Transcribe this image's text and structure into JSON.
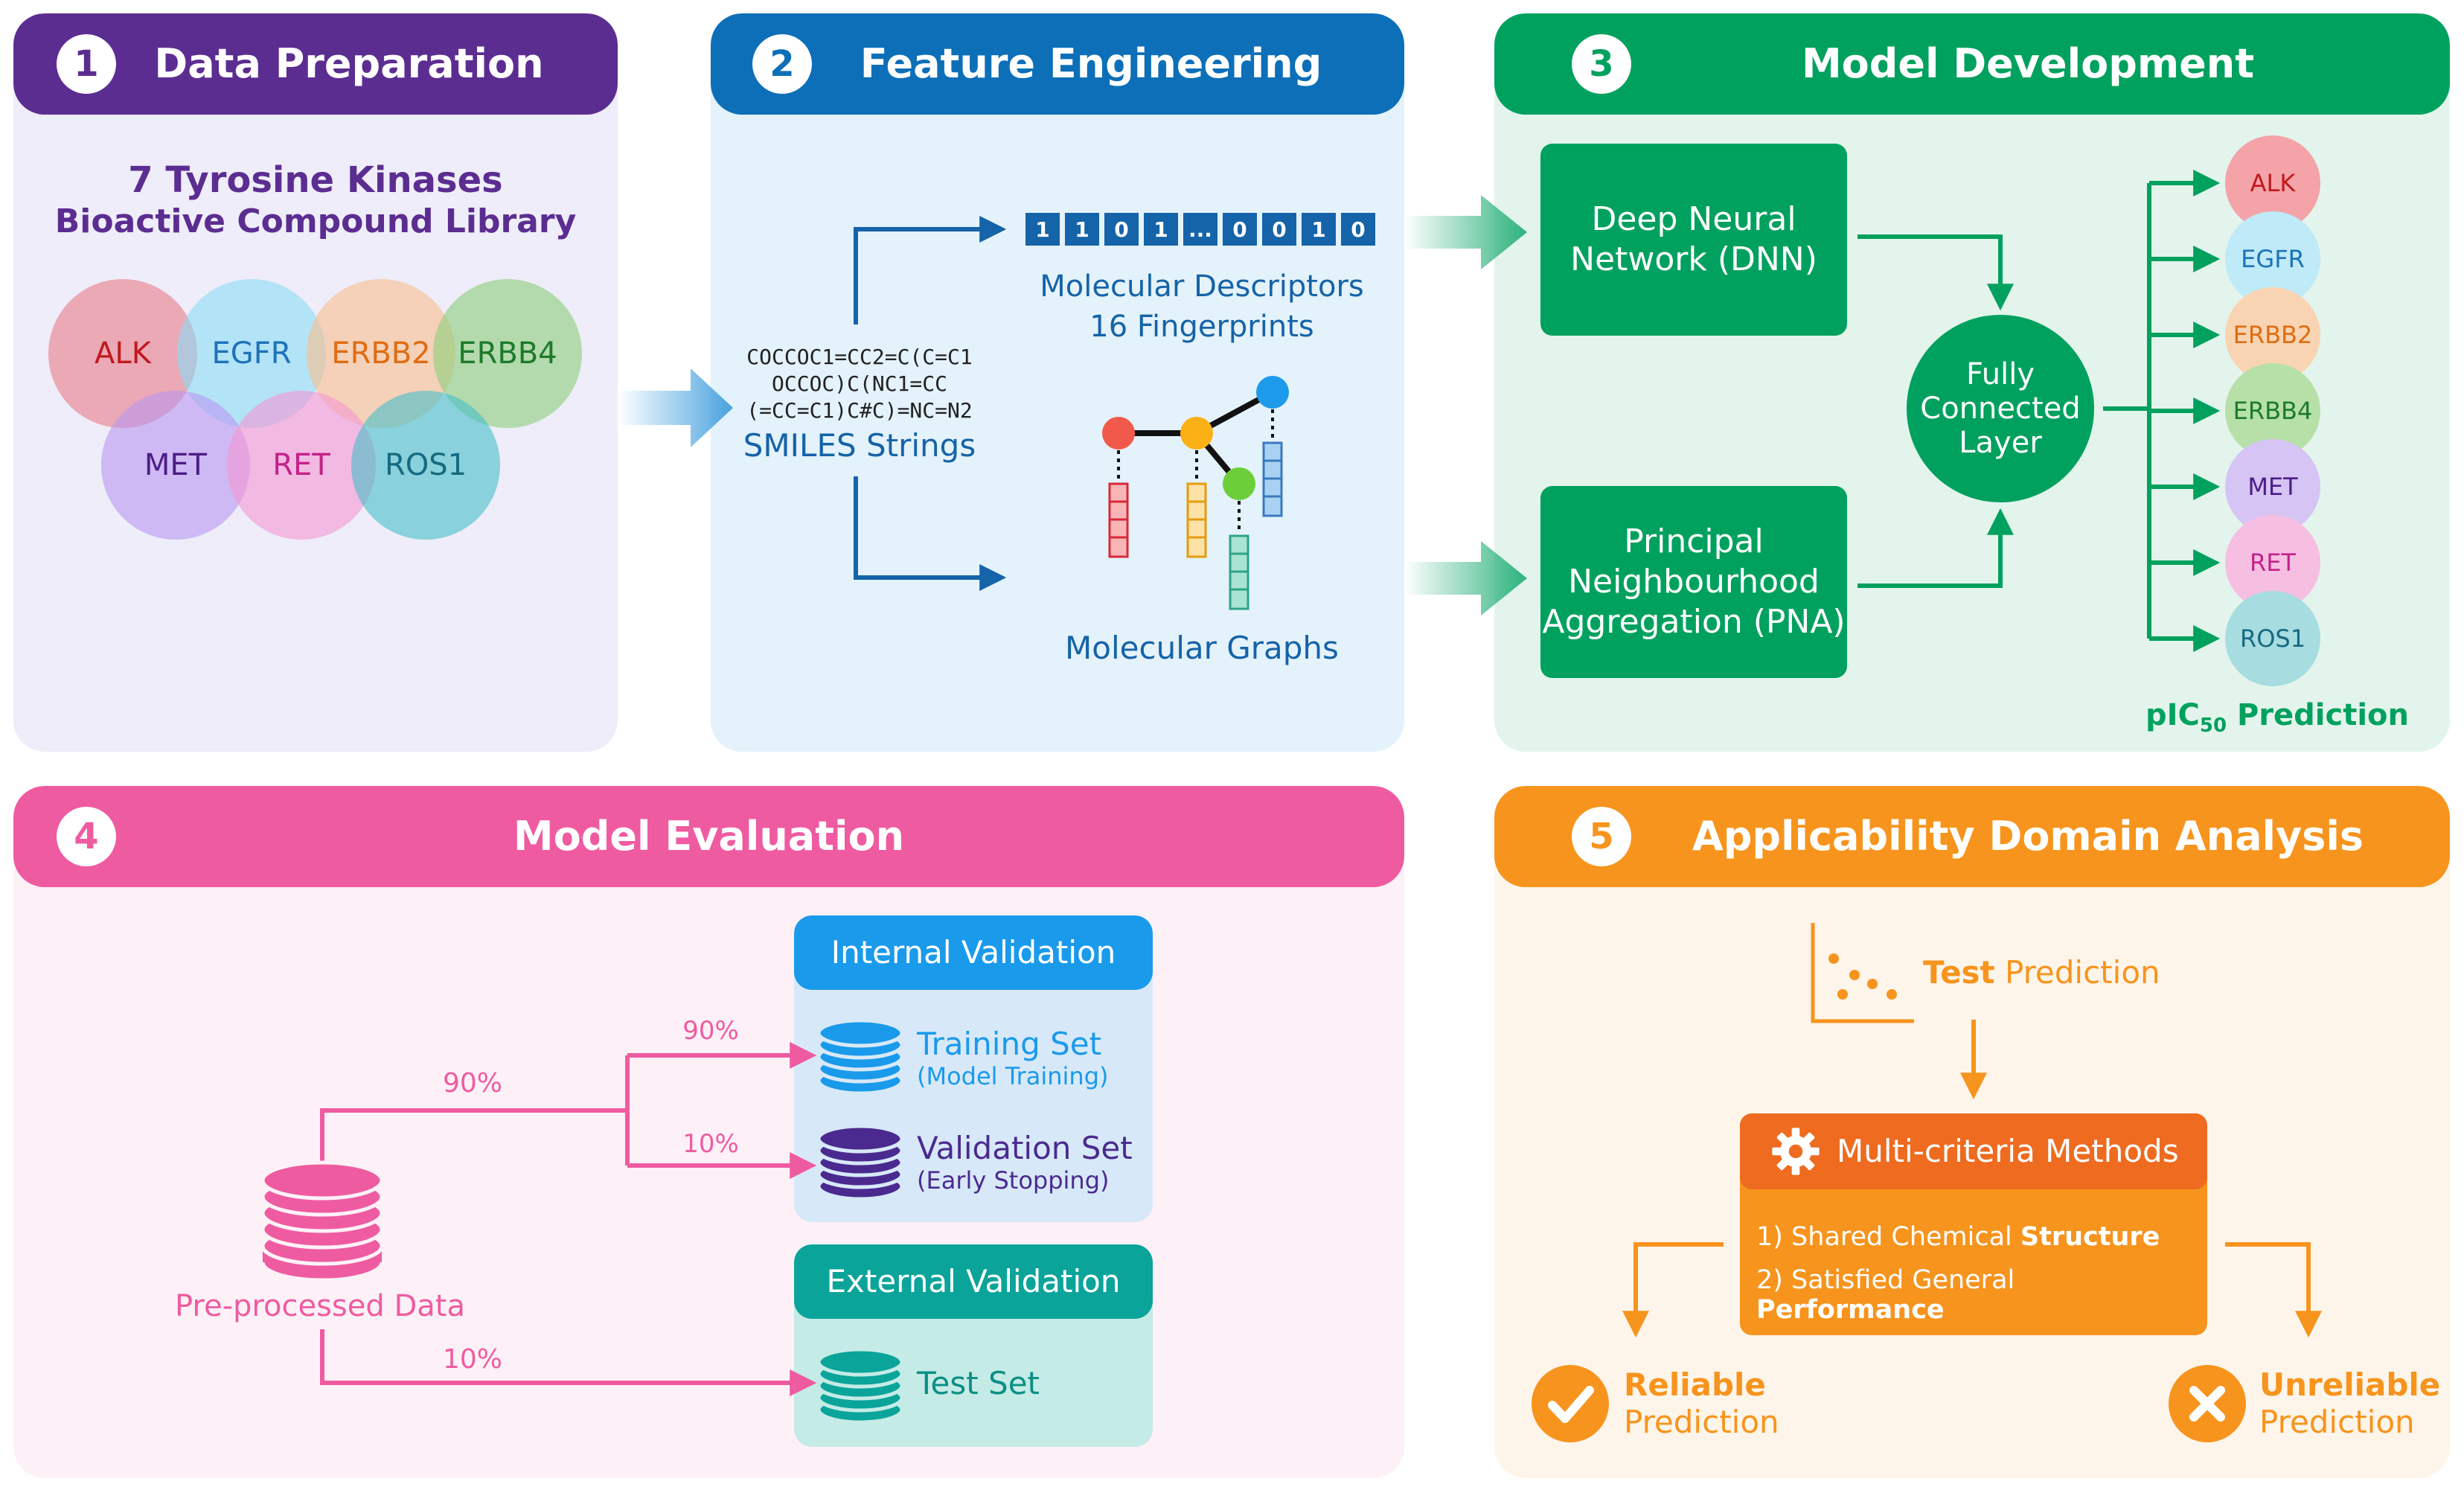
{
  "panels": {
    "data_prep": {
      "number": "1",
      "title": "Data Preparation",
      "subtitle1": "7 Tyrosine Kinases",
      "subtitle2": "Bioactive Compound Library"
    },
    "feature_eng": {
      "number": "2",
      "title": "Feature Engineering"
    },
    "model_dev": {
      "number": "3",
      "title": "Model Development"
    },
    "model_eval": {
      "number": "4",
      "title": "Model Evaluation"
    },
    "ad_analysis": {
      "number": "5",
      "title": "Applicability Domain Analysis"
    }
  },
  "kinases": [
    "ALK",
    "EGFR",
    "ERBB2",
    "ERBB4",
    "MET",
    "RET",
    "ROS1"
  ],
  "smiles": {
    "line1": "COCCOC1=CC2=C(C=C1",
    "line2": "OCCOC)C(NC1=CC",
    "line3": "(=CC=C1)C#C)=NC=N2",
    "label": "SMILES Strings"
  },
  "fingerprint_bits": [
    "1",
    "1",
    "0",
    "1",
    "...",
    "0",
    "0",
    "1",
    "0"
  ],
  "descriptors": {
    "line1": "Molecular Descriptors",
    "line2": "16 Fingerprints"
  },
  "graphs_label": "Molecular Graphs",
  "dnn": {
    "line1": "Deep Neural",
    "line2": "Network (DNN)"
  },
  "pna": {
    "line1": "Principal",
    "line2": "Neighbourhood",
    "line3": "Aggregation (PNA)"
  },
  "fcl": {
    "line1": "Fully",
    "line2": "Connected",
    "line3": "Layer"
  },
  "pic50": {
    "prefix": "pIC",
    "sub": "50",
    "suffix": " Prediction"
  },
  "evaluation": {
    "internal_title": "Internal Validation",
    "external_title": "External Validation",
    "training": {
      "name": "Training Set",
      "note": "(Model Training)"
    },
    "validation": {
      "name": "Validation Set",
      "note": "(Early Stopping)"
    },
    "test": {
      "name": "Test Set"
    },
    "preprocessed": "Pre-processed Data",
    "pct_main_train": "90%",
    "pct_main_test": "10%",
    "pct_sub_train": "90%",
    "pct_sub_val": "10%"
  },
  "ad": {
    "test_prediction_bold": "Test",
    "test_prediction_rest": " Prediction",
    "methods_title": "Multi-criteria Methods",
    "c1_prefix": "1) Shared Chemical ",
    "c1_bold": "Structure",
    "c2_prefix": "2) Satisfied General ",
    "c2_bold": "Performance",
    "reliable_bold": "Reliable",
    "reliable_rest": "Prediction",
    "unreliable_bold": "Unreliable",
    "unreliable_rest": "Prediction"
  },
  "colors": {
    "purple": "#5c2d91",
    "blue": "#0d6fb8",
    "green": "#00a15e",
    "pink": "#ef5ba1",
    "orange": "#f7941d"
  }
}
